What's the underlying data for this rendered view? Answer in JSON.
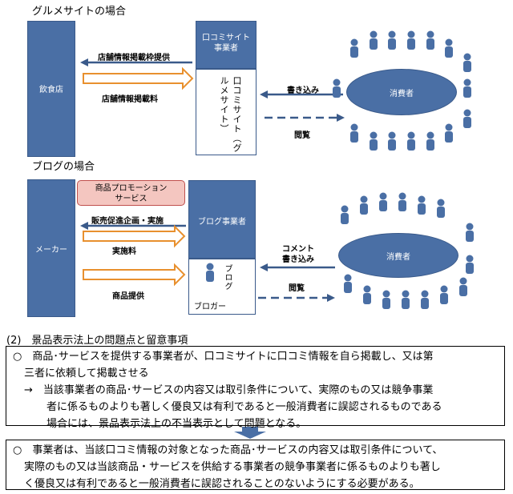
{
  "gourmet": {
    "title": "グルメサイトの場合",
    "restaurant": "飲食店",
    "operator": "口コミサイト\n事業者",
    "site_vertical": "口コミサイト（グルメサイト）",
    "arrow_listing": "店舗情報掲載枠提供",
    "arrow_fee": "店舗情報掲載料",
    "arrow_write": "書き込み",
    "arrow_view": "閲覧",
    "consumer": "消費者"
  },
  "blog": {
    "title": "ブログの場合",
    "maker": "メーカー",
    "promo_service": "商品プロモーション\nサービス",
    "operator": "ブログ事業者",
    "arrow_plan": "販売促進企画・実施",
    "arrow_fee": "実施料",
    "arrow_product": "商品提供",
    "blog_label": "ブログ",
    "blogger": "ブロガー",
    "arrow_comment": "コメント\n書き込み",
    "arrow_view": "閲覧",
    "consumer": "消費者"
  },
  "section2": {
    "heading": "(2)　景品表示法上の問題点と留意事項",
    "box1_line1": "○　商品･サービスを提供する事業者が、口コミサイトに口コミ情報を自ら掲載し、又は第",
    "box1_line2": "三者に依頼して掲載させる",
    "box1_line3": "→　当該事業者の商品･サービスの内容又は取引条件について、実際のもの又は競争事業",
    "box1_line4": "者に係るものよりも著しく優良又は有利であると一般消費者に誤認されるものである",
    "box1_line5": "場合には、景品表示法上の不当表示として問題となる。",
    "box2_line1": "○　事業者は、当該口コミ情報の対象となった商品･サービスの内容又は取引条件について、",
    "box2_line2": "実際のもの又は当該商品・サービスを供給する事業者の競争事業者に係るものよりも著し",
    "box2_line3": "く優良又は有利であると一般消費者に誤認されることのないようにする必要がある。"
  }
}
